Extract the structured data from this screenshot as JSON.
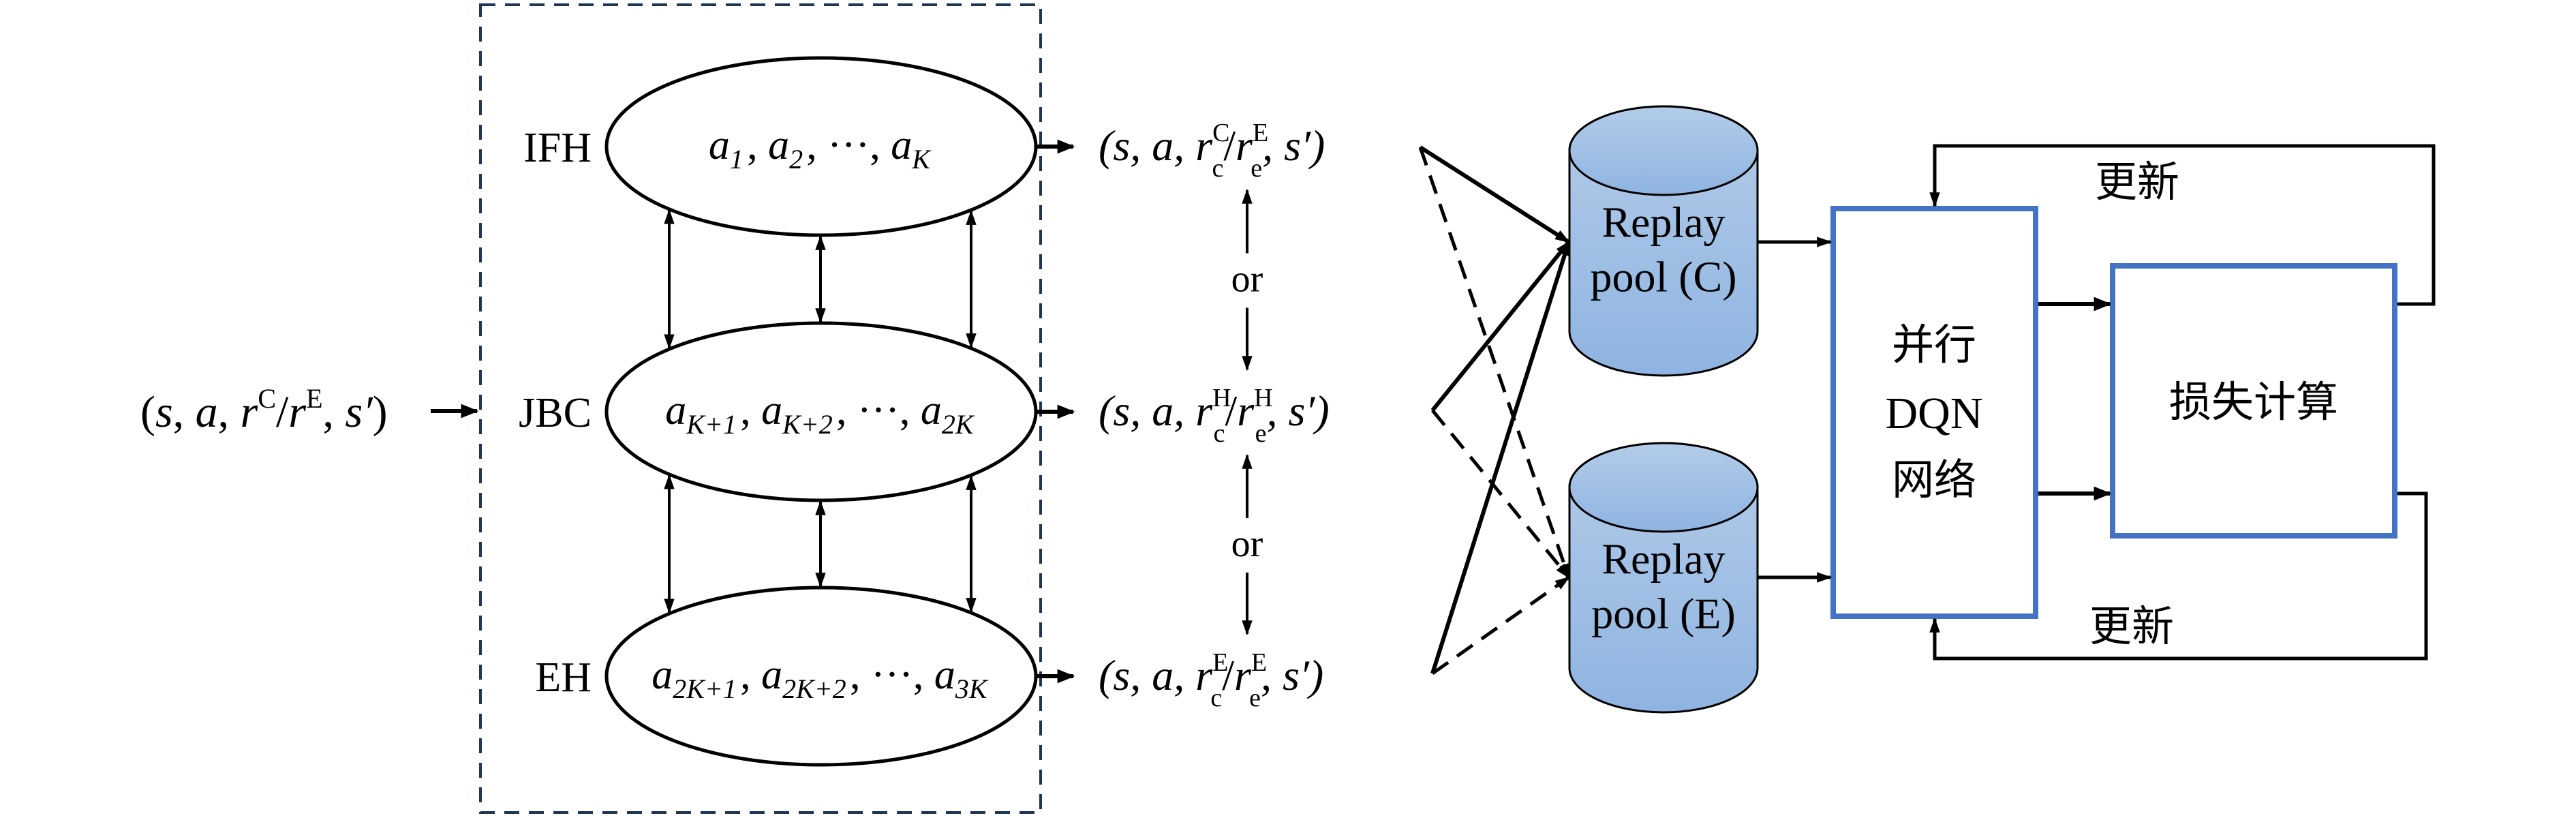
{
  "input_tuple": {
    "open": "(",
    "s": "s",
    "sep1": ", ",
    "a": "a",
    "sep2": ", ",
    "r1": "r",
    "r1_sup": "C",
    "slash": "/",
    "r2": "r",
    "r2_sup": "E",
    "sep3": ", ",
    "s_prime": "s′",
    "close": ")"
  },
  "heads": [
    {
      "label": "IFH",
      "actions": [
        {
          "base": "a",
          "sub": "1"
        },
        {
          "base": "a",
          "sub": "2"
        },
        {
          "ellipsis": "···"
        },
        {
          "base": "a",
          "sub": "K"
        }
      ]
    },
    {
      "label": "JBC",
      "actions": [
        {
          "base": "a",
          "sub": "K+1"
        },
        {
          "base": "a",
          "sub": "K+2"
        },
        {
          "ellipsis": "···"
        },
        {
          "base": "a",
          "sub": "2K"
        }
      ]
    },
    {
      "label": "EH",
      "actions": [
        {
          "base": "a",
          "sub": "2K+1"
        },
        {
          "base": "a",
          "sub": "2K+2"
        },
        {
          "ellipsis": "···"
        },
        {
          "base": "a",
          "sub": "3K"
        }
      ]
    }
  ],
  "transitions": [
    {
      "prefix": "(s, a, ",
      "r": "r",
      "c_sup": "C",
      "c_sub": "c",
      "slash": "/",
      "e_sup": "E",
      "e_sub": "e",
      "suffix": ", s′)"
    },
    {
      "prefix": "(s, a, ",
      "r": "r",
      "c_sup": "H",
      "c_sub": "c",
      "slash": "/",
      "e_sup": "H",
      "e_sub": "e",
      "suffix": ", s′)"
    },
    {
      "prefix": "(s, a, ",
      "r": "r",
      "c_sup": "E",
      "c_sub": "c",
      "slash": "/",
      "e_sup": "E",
      "e_sub": "e",
      "suffix": ", s′)"
    }
  ],
  "or_labels": [
    "or",
    "or"
  ],
  "replay_pools": [
    {
      "line1": "Replay",
      "line2": "pool (C)"
    },
    {
      "line1": "Replay",
      "line2": "pool (E)"
    }
  ],
  "dqn_box": {
    "lines": [
      "并行",
      "DQN",
      "网络"
    ]
  },
  "loss_box": {
    "label": "损失计算"
  },
  "update_labels": {
    "top": "更新",
    "bottom": "更新"
  },
  "colors": {
    "box_blue": "#4472C4",
    "dashed_frame": "#1F3553",
    "cylinder_top": "#B3CCE9",
    "cylinder_bottom": "#8FB4E1"
  }
}
